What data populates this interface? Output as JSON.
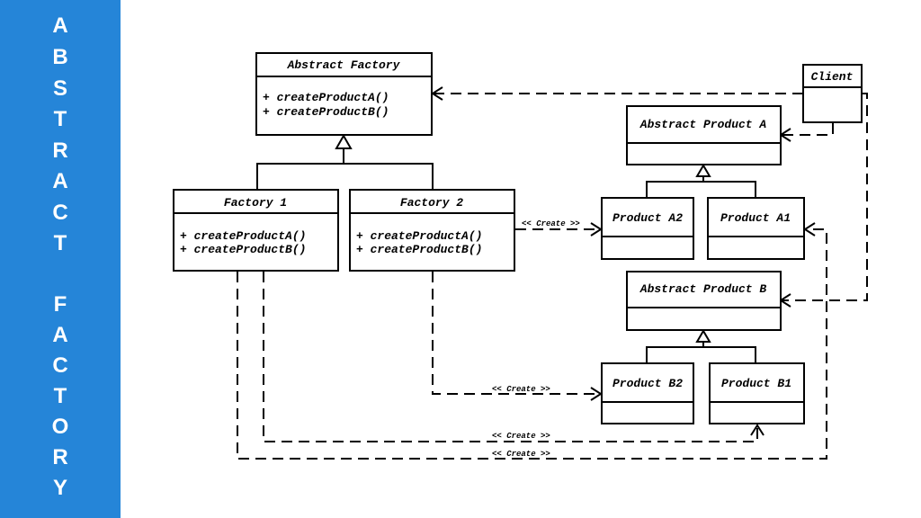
{
  "sidebar": {
    "letters": [
      "A",
      "B",
      "S",
      "T",
      "R",
      "A",
      "C",
      "T",
      "F",
      "A",
      "C",
      "T",
      "O",
      "R",
      "Y"
    ],
    "color": "#2585d8"
  },
  "diagram": {
    "abstract_factory": {
      "title": "Abstract Factory",
      "methods": [
        "+ createProductA()",
        "+ createProductB()"
      ]
    },
    "factory1": {
      "title": "Factory 1",
      "methods": [
        "+ createProductA()",
        "+ createProductB()"
      ]
    },
    "factory2": {
      "title": "Factory 2",
      "methods": [
        "+ createProductA()",
        "+ createProductB()"
      ]
    },
    "client": {
      "title": "Client"
    },
    "abstract_product_a": {
      "title": "Abstract Product A"
    },
    "product_a2": {
      "title": "Product A2"
    },
    "product_a1": {
      "title": "Product A1"
    },
    "abstract_product_b": {
      "title": "Abstract Product B"
    },
    "product_b2": {
      "title": "Product B2"
    },
    "product_b1": {
      "title": "Product B1"
    },
    "create_labels": [
      "<< Create >>",
      "<< Create >>",
      "<< Create >>",
      "<< Create >>"
    ]
  }
}
